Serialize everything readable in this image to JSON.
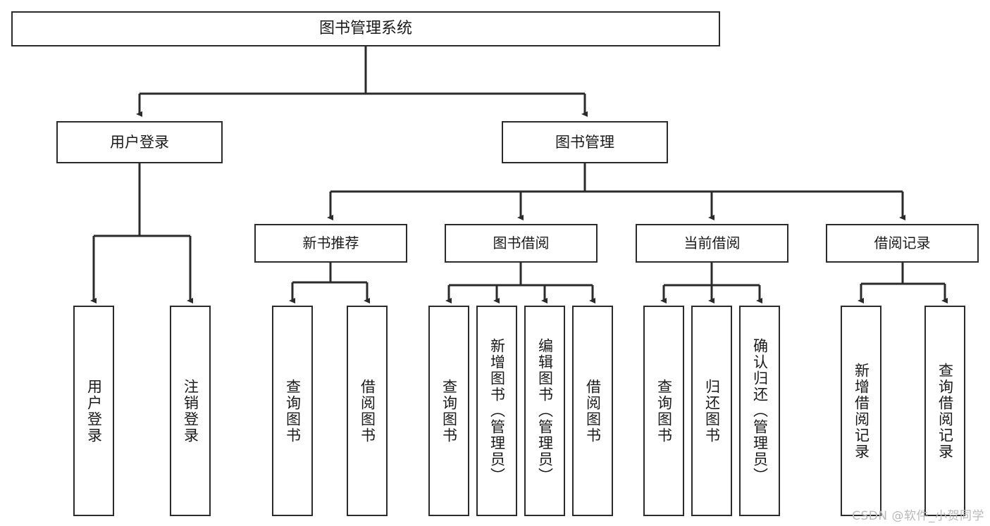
{
  "diagram": {
    "title": "图书管理系统",
    "type": "tree-hierarchy",
    "watermark": "CSDN @软件_小贺同学",
    "stroke_color": "#2b2b2b",
    "fill_color": "#ffffff",
    "text_color": "#1a1a1a",
    "watermark_color": "#b9b9b9"
  },
  "nodes": {
    "root": {
      "label": "图书管理系统"
    },
    "level2": [
      {
        "label": "用户登录"
      },
      {
        "label": "图书管理"
      }
    ],
    "level3": [
      {
        "label": "新书推荐"
      },
      {
        "label": "图书借阅"
      },
      {
        "label": "当前借阅"
      },
      {
        "label": "借阅记录"
      }
    ],
    "leaves": {
      "user_login": [
        {
          "label": "用户登录"
        },
        {
          "label": "注销登录"
        }
      ],
      "new_book": [
        {
          "label": "查询图书"
        },
        {
          "label": "借阅图书"
        }
      ],
      "book_borrow": [
        {
          "label": "查询图书"
        },
        {
          "label": "新增图书（管理员）"
        },
        {
          "label": "编辑图书（管理员）"
        },
        {
          "label": "借阅图书"
        }
      ],
      "current_borrow": [
        {
          "label": "查询图书"
        },
        {
          "label": "归还图书"
        },
        {
          "label": "确认归还（管理员）"
        }
      ],
      "borrow_record": [
        {
          "label": "新增借阅记录"
        },
        {
          "label": "查询借阅记录"
        }
      ]
    }
  }
}
